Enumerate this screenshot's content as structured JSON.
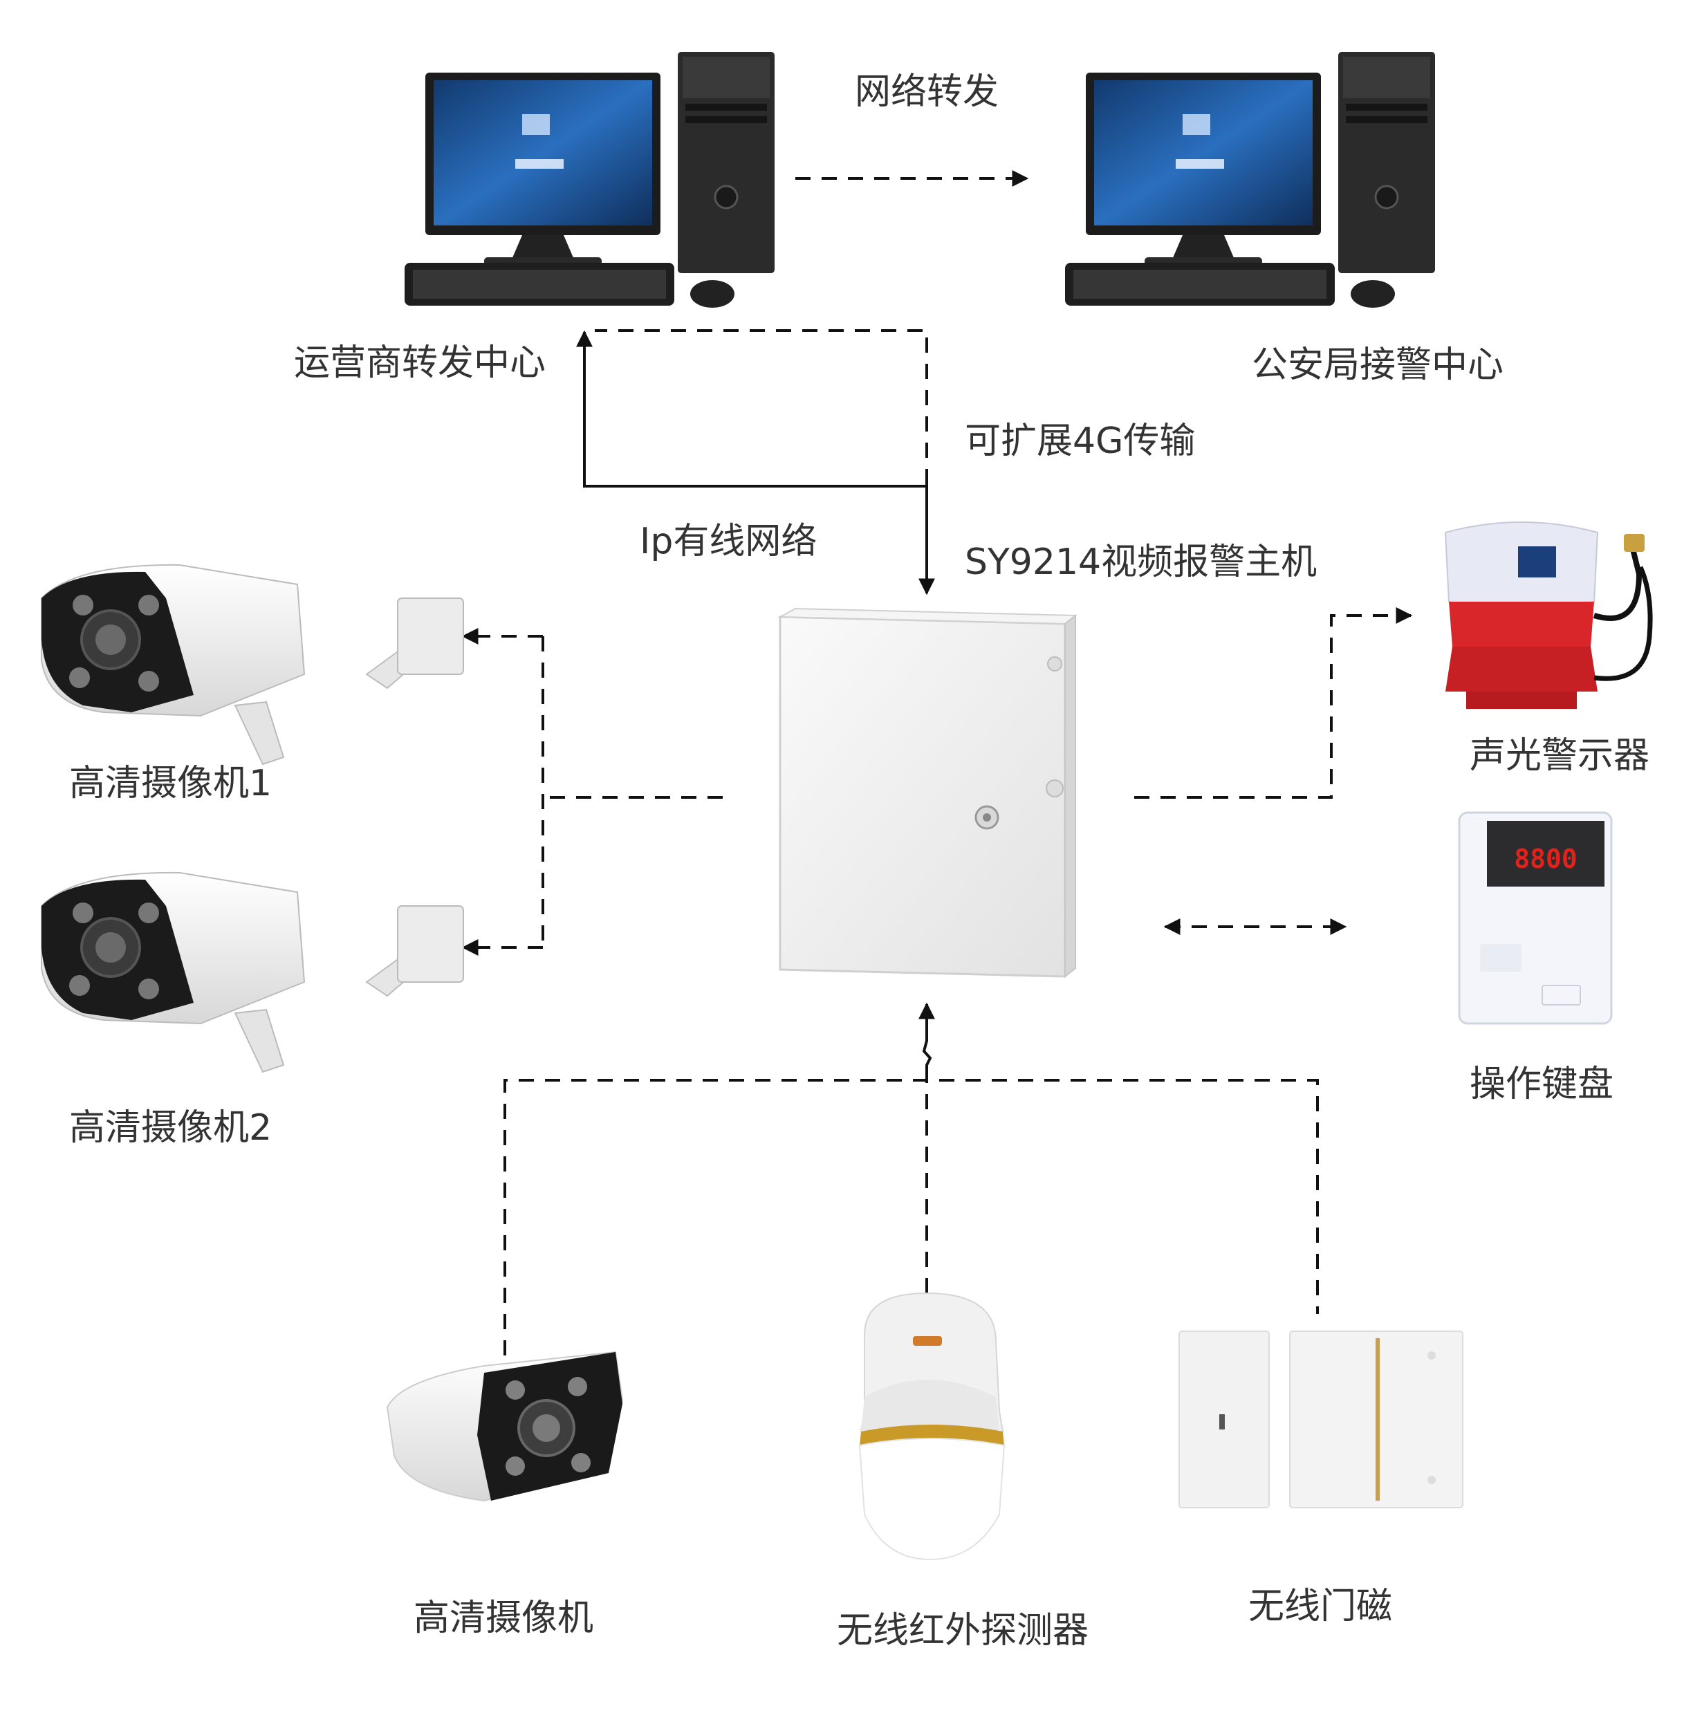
{
  "labels": {
    "forward_center": "运营商转发中心",
    "police_center": "公安局接警中心",
    "network_forward": "网络转发",
    "ext_4g": "可扩展4G传输",
    "ip_wired": "Ip有线网络",
    "host": "SY9214视频报警主机",
    "camera1": "高清摄像机1",
    "camera2": "高清摄像机2",
    "siren": "声光警示器",
    "keypad": "操作键盘",
    "camera3": "高清摄像机",
    "pir": "无线红外探测器",
    "door": "无线门磁"
  },
  "keypad_display": "8800",
  "colors": {
    "line": "#111111",
    "label": "#333333",
    "screen": "#1f4f8f",
    "siren_red": "#d9262a",
    "keypad_display_red": "#e0221a",
    "device_white": "#f1f1f1"
  },
  "icons": {
    "forward_center": "desktop-computer-icon",
    "police_center": "desktop-computer-icon",
    "host": "alarm-host-cabinet-icon",
    "camera1": "bullet-camera-icon",
    "camera2": "bullet-camera-icon",
    "camera3": "bullet-camera-icon",
    "siren": "siren-strobe-icon",
    "keypad": "keypad-icon",
    "pir": "pir-detector-icon",
    "door": "door-contact-icon"
  }
}
